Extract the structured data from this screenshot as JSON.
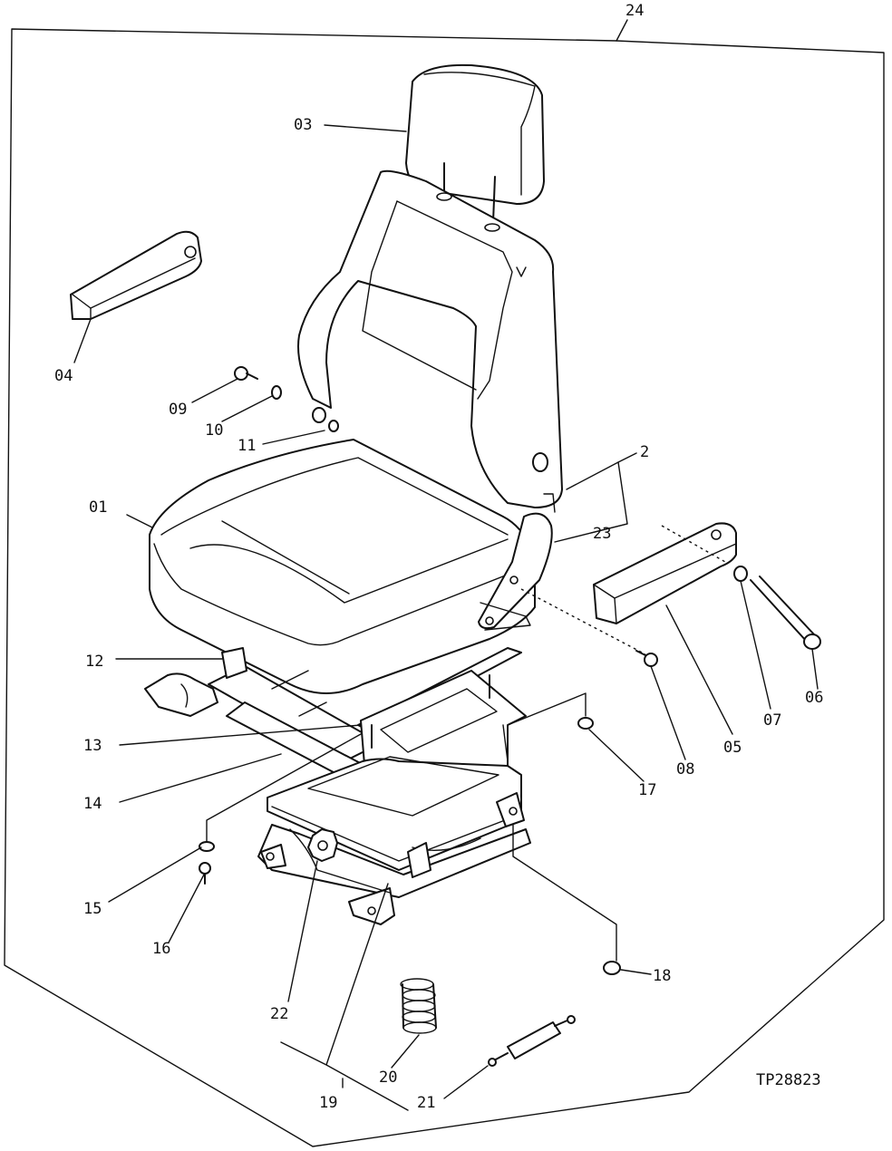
{
  "figure_id": "TP28823",
  "callouts": {
    "c01": "01",
    "c02": "2",
    "c03": "03",
    "c04": "04",
    "c05": "05",
    "c06": "06",
    "c07": "07",
    "c08": "08",
    "c09": "09",
    "c10": "10",
    "c11": "11",
    "c12": "12",
    "c13": "13",
    "c14": "14",
    "c15": "15",
    "c16": "16",
    "c17": "17",
    "c18": "18",
    "c19": "19",
    "c20": "20",
    "c21": "21",
    "c22": "22",
    "c23": "23",
    "c24": "24"
  }
}
